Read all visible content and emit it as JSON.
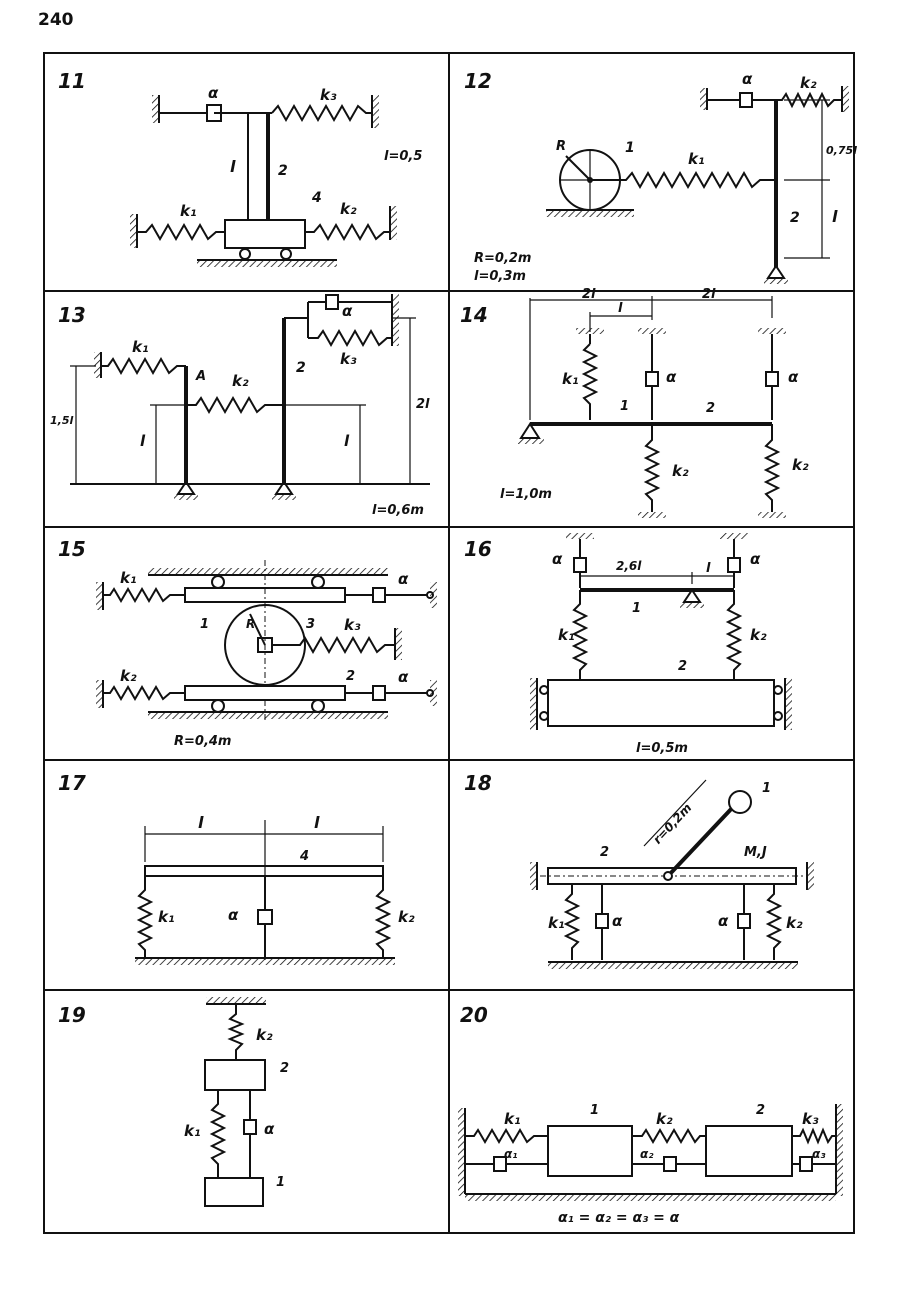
{
  "page_number": "240",
  "panels": [
    {
      "number": "11",
      "labels": {
        "alpha": "α",
        "k3": "k₃",
        "l": "l",
        "two": "2",
        "four": "4",
        "k1": "k₁",
        "k2": "k₂",
        "note": "l=0,5"
      }
    },
    {
      "number": "12",
      "labels": {
        "alpha": "α",
        "k2": "k₂",
        "R": "R",
        "one": "1",
        "k1": "k₁",
        "dim": "0,75l",
        "two": "2",
        "l": "l",
        "note1": "R=0,2m",
        "note2": "l=0,3m"
      }
    },
    {
      "number": "13",
      "labels": {
        "k1": "k₁",
        "A": "A",
        "k2": "k₂",
        "two": "2",
        "alpha": "α",
        "k3": "k₃",
        "dim1": "1,5l",
        "l1": "l",
        "l2": "l",
        "dim2": "2l",
        "note": "l=0,6m"
      }
    },
    {
      "number": "14",
      "labels": {
        "dim1": "2l",
        "dim2": "2l",
        "dim3": "l",
        "k1": "k₁",
        "alpha1": "α",
        "alpha2": "α",
        "one": "1",
        "two": "2",
        "k2a": "k₂",
        "k2b": "k₂",
        "note": "l=1,0m"
      }
    },
    {
      "number": "15",
      "labels": {
        "k1": "k₁",
        "alpha1": "α",
        "one": "1",
        "R": "R",
        "three": "3",
        "k3": "k₃",
        "k2": "k₂",
        "two": "2",
        "alpha2": "α",
        "note": "R=0,4m"
      }
    },
    {
      "number": "16",
      "labels": {
        "alpha1": "α",
        "alpha2": "α",
        "dim1": "2,6l",
        "dim2": "l",
        "one": "1",
        "k1": "k₁",
        "k2": "k₂",
        "two": "2",
        "note": "l=0,5m"
      }
    },
    {
      "number": "17",
      "labels": {
        "l1": "l",
        "l2": "l",
        "four": "4",
        "k1": "k₁",
        "alpha": "α",
        "k2": "k₂"
      }
    },
    {
      "number": "18",
      "labels": {
        "dim": "r=0,2m",
        "one": "1",
        "two": "2",
        "MJ": "M,J",
        "k1": "k₁",
        "alpha1": "α",
        "alpha2": "α",
        "k2": "k₂"
      }
    },
    {
      "number": "19",
      "labels": {
        "k2": "k₂",
        "two": "2",
        "k1": "k₁",
        "alpha": "α",
        "one": "1"
      }
    },
    {
      "number": "20",
      "labels": {
        "k1": "k₁",
        "one": "1",
        "k2": "k₂",
        "two": "2",
        "k3": "k₃",
        "a1": "α₁",
        "a2": "α₂",
        "a3": "α₃",
        "note": "α₁ = α₂ = α₃ = α"
      }
    }
  ]
}
